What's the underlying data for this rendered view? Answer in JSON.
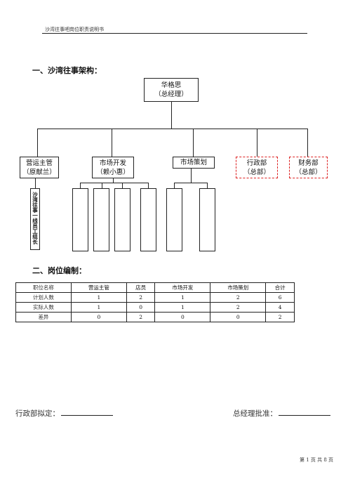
{
  "header": {
    "text": "沙湾往事吧岗位职责说明书"
  },
  "section1": {
    "title": "一、沙湾往事架构："
  },
  "org": {
    "top": {
      "name": "华格思",
      "role": "（总经理）"
    },
    "children": [
      {
        "name": "营运主管",
        "role": "（原献兰）",
        "style": "solid"
      },
      {
        "name": "市场开发",
        "role": "（赖小惠）",
        "style": "solid"
      },
      {
        "name": "市场策划",
        "role": "",
        "style": "solid"
      },
      {
        "name": "行政部",
        "role": "（总部）",
        "style": "dashed"
      },
      {
        "name": "财务部",
        "role": "（总部）",
        "style": "dashed"
      }
    ],
    "sub_vertical_text": "沙湾往事一线员工组长"
  },
  "section2": {
    "title": "二、岗位编制："
  },
  "staff_table": {
    "headers": [
      "职位名称",
      "营运主管",
      "店员",
      "市场开发",
      "市场策划",
      "合计"
    ],
    "rows": [
      [
        "计划人数",
        "1",
        "2",
        "1",
        "2",
        "6"
      ],
      [
        "实际人数",
        "1",
        "0",
        "1",
        "2",
        "4"
      ],
      [
        "差异",
        "0",
        "2",
        "0",
        "0",
        "2"
      ]
    ]
  },
  "signatures": {
    "left_label": "行政部拟定：",
    "right_label": "总经理批准："
  },
  "footer": {
    "text": "第 1 页 共 8 页"
  }
}
